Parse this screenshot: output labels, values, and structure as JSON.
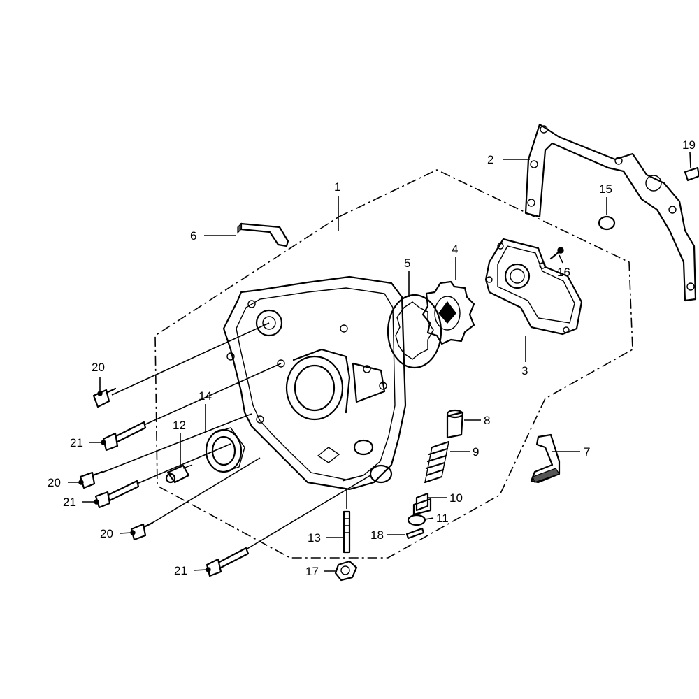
{
  "callouts": {
    "c1": "1",
    "c2": "2",
    "c3": "3",
    "c4": "4",
    "c5": "5",
    "c6": "6",
    "c7": "7",
    "c8": "8",
    "c9": "9",
    "c10": "10",
    "c11": "11",
    "c12": "12",
    "c13": "13",
    "c14": "14",
    "c15": "15",
    "c16": "16",
    "c17": "17",
    "c18": "18",
    "c19": "19",
    "c20a": "20",
    "c20b": "20",
    "c20c": "20",
    "c21a": "21",
    "c21b": "21",
    "c21c": "21"
  }
}
